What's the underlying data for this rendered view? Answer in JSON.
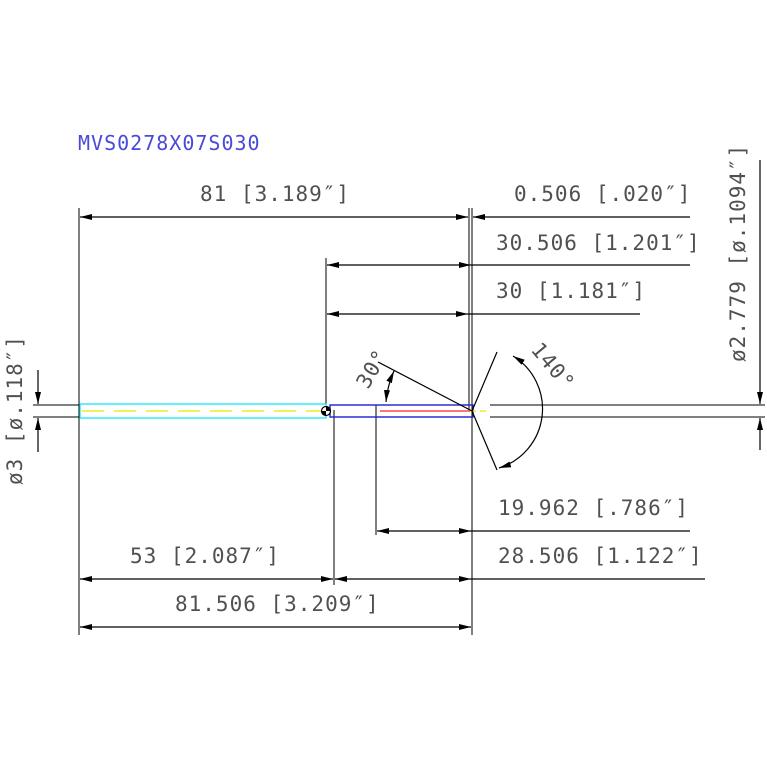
{
  "drawing": {
    "part_number": "MVS0278X07S030",
    "dimensions": {
      "overall_81": "81 [3.189″]",
      "tip_0506": "0.506 [.020″]",
      "len_30506": "30.506 [1.201″]",
      "len_30": "30 [1.181″]",
      "body_dia": "ø3 [ø.118″]",
      "tip_dia": "ø2.779 [ø.1094″]",
      "angle_30": "30°",
      "angle_140": "140°",
      "len_19962": "19.962 [.786″]",
      "len_53": "53 [2.087″]",
      "len_28506": "28.506 [1.122″]",
      "overall_81506": "81.506 [3.209″]"
    },
    "colors": {
      "background": "#ffffff",
      "lines": "#000000",
      "text": "#505050",
      "title": "#4a4ad8",
      "shank_outline": "#00e5ff",
      "centerline": "#e8e800",
      "flute_outline": "#2020d0",
      "flute_center": "#ff2020"
    }
  }
}
